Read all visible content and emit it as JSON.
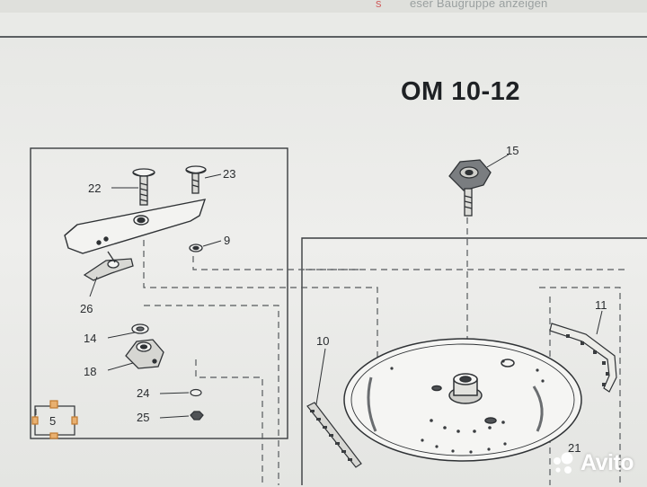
{
  "header": {
    "partial_text": "eser Baugruppe anzeigen",
    "partial_red": "s"
  },
  "title": "OM 10-12",
  "callouts": {
    "c22": "22",
    "c23": "23",
    "c9": "9",
    "c26": "26",
    "c14": "14",
    "c18": "18",
    "c24": "24",
    "c25": "25",
    "c5": "5",
    "c15": "15",
    "c10": "10",
    "c11": "11",
    "c21": "21"
  },
  "watermark": {
    "brand": "Avito",
    "icon": "avito-dots-icon"
  },
  "colors": {
    "line": "#3a3d40",
    "paper": "#ecedea"
  }
}
